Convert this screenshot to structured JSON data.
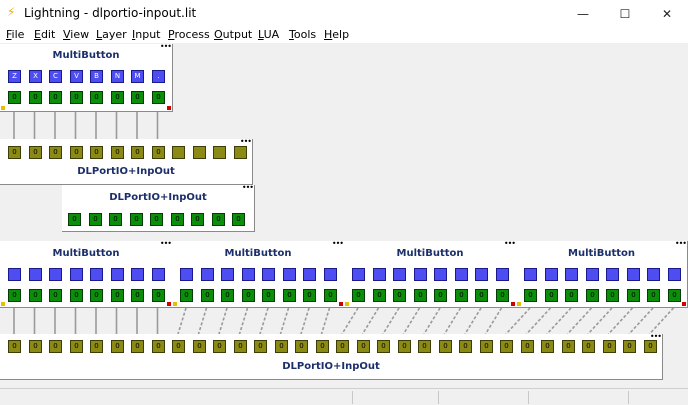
{
  "window": {
    "title": "Lightning - dlportio-inpout.lit",
    "minimize_glyph": "—",
    "maximize_glyph": "☐",
    "close_glyph": "✕"
  },
  "menu": [
    {
      "mn": "F",
      "rest": "ile"
    },
    {
      "mn": "E",
      "rest": "dit"
    },
    {
      "mn": "V",
      "rest": "iew"
    },
    {
      "mn": "L",
      "rest": "ayer"
    },
    {
      "mn": "I",
      "rest": "nput"
    },
    {
      "mn": "P",
      "rest": "rocess"
    },
    {
      "mn": "O",
      "rest": "utput"
    },
    {
      "mn": "L",
      "rest": "UA"
    },
    {
      "mn": "T",
      "rest": "ools"
    },
    {
      "mn": "H",
      "rest": "elp"
    }
  ],
  "blocks": {
    "multibutton_title": "MultiButton",
    "dlport_title": "DLPortIO+InpOut",
    "menu_dots": "•••",
    "top_multibutton_keys": [
      "Z",
      "X",
      "C",
      "V",
      "B",
      "N",
      "M",
      "."
    ],
    "value_zero": "0"
  },
  "colors": {
    "button_blue": "#4d4df2",
    "value_green": "#0b8f0b",
    "port_olive": "#8a8a14",
    "title_blue": "#1b2f6b"
  }
}
